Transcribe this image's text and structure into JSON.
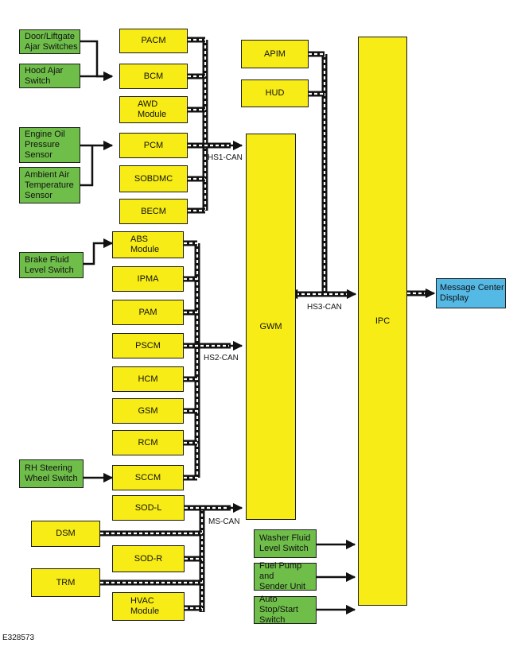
{
  "figure_id": "E328573",
  "colors": {
    "module": "#f7ec16",
    "input": "#6fbe4a",
    "output": "#55b9e6",
    "bus": "#111111"
  },
  "buses": {
    "hs1": "HS1-CAN",
    "hs2": "HS2-CAN",
    "hs3": "HS3-CAN",
    "ms": "MS-CAN"
  },
  "gateway": {
    "gwm": "GWM",
    "ipc": "IPC"
  },
  "hs1_modules": {
    "pacm": "PACM",
    "bcm": "BCM",
    "awd": "AWD\nModule",
    "pcm": "PCM",
    "sobdmc": "SOBDMC",
    "becm": "BECM"
  },
  "hs1_inputs": {
    "door": "Door/Liftgate\nAjar Switches",
    "hood": "Hood Ajar\nSwitch",
    "oil": "Engine Oil\nPressure\nSensor",
    "air": "Ambient Air\nTemperature\nSensor"
  },
  "hs2_modules": {
    "abs": "ABS\nModule",
    "ipma": "IPMA",
    "pam": "PAM",
    "pscm": "PSCM",
    "hcm": "HCM",
    "gsm": "GSM",
    "rcm": "RCM",
    "sccm": "SCCM"
  },
  "hs2_inputs": {
    "brake": "Brake Fluid\nLevel Switch",
    "rh": "RH Steering\nWheel Switch"
  },
  "ms_modules": {
    "sodl": "SOD-L",
    "dsm": "DSM",
    "sodr": "SOD-R",
    "trm": "TRM",
    "hvac": "HVAC\nModule"
  },
  "hs3_modules": {
    "apim": "APIM",
    "hud": "HUD"
  },
  "ipc_inputs": {
    "washer": "Washer Fluid\nLevel Switch",
    "fuel": "Fuel Pump and\nSender Unit",
    "autostop": "Auto Stop/Start\nSwitch"
  },
  "ipc_outputs": {
    "display": "Message Center\nDisplay"
  }
}
